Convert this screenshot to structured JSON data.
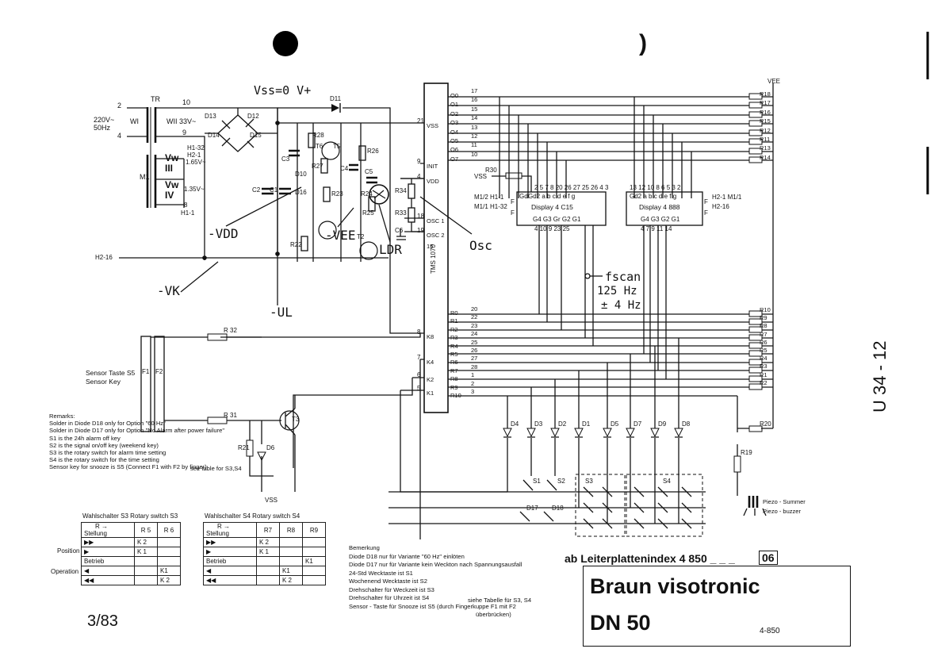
{
  "header": {
    "hole_mark": ")"
  },
  "transformer": {
    "label": "TR",
    "mains": "220V~\n50Hz",
    "mains_l1": "220V~",
    "mains_l2": "50Hz",
    "pin_in_1": "2",
    "pin_in_2": "4",
    "w1": "WI",
    "w2": "WII 33V~",
    "pin_10": "10",
    "pin_9": "9",
    "m1": "M1",
    "vw1": "Vw",
    "vw2": "Vw",
    "iii": "III",
    "iv": "IV",
    "v165": "1.65V~",
    "v135": "1.35V~",
    "h1_32": "H1-32",
    "h2_1": "H2-1",
    "h1_1": "H1-1",
    "pin_8": "8"
  },
  "supply": {
    "vss_label": "Vss=0 V+",
    "d11": "D11",
    "d12": "D12",
    "d13": "D13",
    "d14": "D14",
    "d15": "D15",
    "c1": "C1",
    "c2": "C2",
    "c3": "C3",
    "r28": "R28",
    "r27": "R27",
    "r26": "R26",
    "t6": "T6",
    "t5": "T5",
    "c4": "C4",
    "c5": "C5",
    "d10": "D10",
    "d16": "D16",
    "r23": "R23",
    "r24": "R24",
    "r25": "R25",
    "r22": "R22",
    "t2": "T2",
    "vdd": "-VDD",
    "vee": "-VEE",
    "ldr": "LDR",
    "vk": "-VK",
    "ul": "-UL",
    "h2_16": "H2-16",
    "r34": "R34",
    "r33": "R33",
    "c6": "C6",
    "osc": "Osc"
  },
  "ic": {
    "name": "TMS 1070",
    "pins_left": [
      {
        "num": "21",
        "name": "VSS"
      },
      {
        "num": "9",
        "name": "INIT"
      },
      {
        "num": "4",
        "name": "VDD"
      },
      {
        "num": "18",
        "name": "OSC 1"
      },
      {
        "num": "19",
        "name": "OSC 2"
      },
      {
        "num": "",
        "name": "15"
      },
      {
        "num": "8",
        "name": "K8"
      },
      {
        "num": "7",
        "name": "K4"
      },
      {
        "num": "6",
        "name": "K2"
      },
      {
        "num": "5",
        "name": "K1"
      }
    ],
    "outputs_o": [
      {
        "name": "O0",
        "pin": "17"
      },
      {
        "name": "O1",
        "pin": "16"
      },
      {
        "name": "O2",
        "pin": "15"
      },
      {
        "name": "O3",
        "pin": "14"
      },
      {
        "name": "O4",
        "pin": "13"
      },
      {
        "name": "O5",
        "pin": "12"
      },
      {
        "name": "O6",
        "pin": "11"
      },
      {
        "name": "O7",
        "pin": "10"
      }
    ],
    "outputs_r": [
      {
        "name": "R0",
        "pin": "20"
      },
      {
        "name": "R1",
        "pin": "22"
      },
      {
        "name": "R2",
        "pin": "23"
      },
      {
        "name": "R3",
        "pin": "24"
      },
      {
        "name": "R4",
        "pin": "25"
      },
      {
        "name": "R5",
        "pin": "26"
      },
      {
        "name": "R6",
        "pin": "27"
      },
      {
        "name": "R7",
        "pin": "28"
      },
      {
        "name": "R8",
        "pin": "1"
      },
      {
        "name": "R9",
        "pin": "2"
      },
      {
        "name": "R10",
        "pin": "3"
      }
    ]
  },
  "segment_resistors": [
    "R18",
    "R17",
    "R16",
    "R15",
    "R12",
    "R11",
    "R13",
    "R14"
  ],
  "row_resistors": [
    "R10",
    "R9",
    "R8",
    "R7",
    "R6",
    "R5",
    "R4",
    "R3",
    "R1",
    "R2"
  ],
  "vee_top": "VEE",
  "displays": {
    "vss": "VSS",
    "r30": "R30",
    "disp1": "Display 4 C15",
    "disp2": "Display 4 888",
    "disp1_pins_top": "2  5 7 8 20 26 27 25 26 4  3",
    "disp1_segs": "Gd2  a  b  c  d  e  f  g",
    "disp1_gd1": "Gd",
    "disp1_bottom": "G4  G3   Gr    G2  G1",
    "disp1_bottom_pins": "4  10     9      23  25",
    "disp2_pins_top": "13  12 10  8  6  5  3  2",
    "disp2_segs": "Gd2  a  b  c  d  e  f  g",
    "disp2_bottom": "G4  G3  G2  G1",
    "disp2_bottom_pins": "4   7   9  11  14",
    "m_left_1": "M1/2  H1-1",
    "m_left_2": "M1/1  H1-32",
    "m_right_1": "H2-1   M1/1",
    "m_right_2": "H2-16",
    "f1": "F",
    "f2": "F",
    "f3": "F",
    "f4": "F"
  },
  "fscan": {
    "label": "fscan",
    "freq": "125 Hz",
    "tol": "± 4 Hz"
  },
  "sensor": {
    "r32": "R 32",
    "label1": "Sensor Taste S5",
    "label2": "Sensor Key",
    "f1": "F1",
    "f2": "F2",
    "r31": "R 31",
    "t3": "T3",
    "r21": "R21",
    "d6": "D6",
    "vss": "VSS"
  },
  "remarks": [
    "Remarks:",
    "Solder in Diode D18 only for Option \"60 Hz\"",
    "Solder in Diode D17 only for Option \"No Alarm after power failure\"",
    "S1 is the 24h alarm off key",
    "S2 is the signal on/off key (weekend key)",
    "S3 is the rotary switch for alarm time setting",
    "S4 is the rotary switch for the time setting",
    "Sensor key for snooze is S5 (Connect F1 with F2 by finger)"
  ],
  "remarks_side": "see table for S3,S4",
  "diodes": [
    "D4",
    "D3",
    "D2",
    "D1",
    "D5",
    "D7",
    "D9",
    "D8"
  ],
  "switches": {
    "s1": "S1",
    "s2": "S2",
    "s3": "S3",
    "s4": "S4",
    "d17": "D17",
    "d18": "D18"
  },
  "buzzer": {
    "r20": "R20",
    "r19": "R19",
    "l1": "Piezo - Summer",
    "l2": "Piezo - buzzer"
  },
  "table_s3": {
    "title": "Wahlschalter S3    Rotary switch S3",
    "r_hdr": "R",
    "stellung": "Stellung",
    "cols": [
      "R 5",
      "R 6"
    ],
    "rows": [
      {
        "sym": "▶▶",
        "v": [
          "K 2",
          ""
        ]
      },
      {
        "sym": "▶",
        "v": [
          "K 1",
          ""
        ]
      },
      {
        "sym": "Betrieb",
        "v": [
          "",
          ""
        ]
      },
      {
        "sym": "◀",
        "v": [
          "",
          "K1"
        ]
      },
      {
        "sym": "◀◀",
        "v": [
          "",
          "K 2"
        ]
      }
    ],
    "position": "Position",
    "operation": "Operation"
  },
  "table_s4": {
    "title": "Wahlschalter   S4    Rotary switch S4",
    "r_hdr": "R",
    "stellung": "Stellung",
    "cols": [
      "R7",
      "R8",
      "R9"
    ],
    "rows": [
      {
        "sym": "▶▶",
        "v": [
          "K 2",
          "",
          ""
        ]
      },
      {
        "sym": "▶",
        "v": [
          "K 1",
          "",
          ""
        ]
      },
      {
        "sym": "Betrieb",
        "v": [
          "",
          "",
          "K1"
        ]
      },
      {
        "sym": "◀",
        "v": [
          "",
          "K1",
          ""
        ]
      },
      {
        "sym": "◀◀",
        "v": [
          "",
          "K 2",
          ""
        ]
      }
    ]
  },
  "bemerkung": [
    "Bemerkung",
    "Diode D18 nur für Variante \"60 Hz\" einlöten",
    "Diode D17 nur für Variante  kein Weckton nach Spannungsausfall",
    "24-Std  Wecktaste ist  S1",
    "Wochenend  Wecktaste ist S2",
    "Drehschalter  für Weckzeit ist  S3",
    "Drehschalter  für Uhrzeit ist  S4",
    "Sensor - Taste  für  Snooze ist S5 (durch Fingerkuppe F1 mit F2",
    "überbrücken)"
  ],
  "bemerkung_side": "siehe Tabelle für S3, S4",
  "index": {
    "label": "ab Leiterplattenindex 4 850 _ _ _",
    "box": "06"
  },
  "title": {
    "line1": "Braun visotronic",
    "line2": "DN 50",
    "code": "4-850"
  },
  "side_code": "U 34 - 12",
  "footer_date": "3/83"
}
